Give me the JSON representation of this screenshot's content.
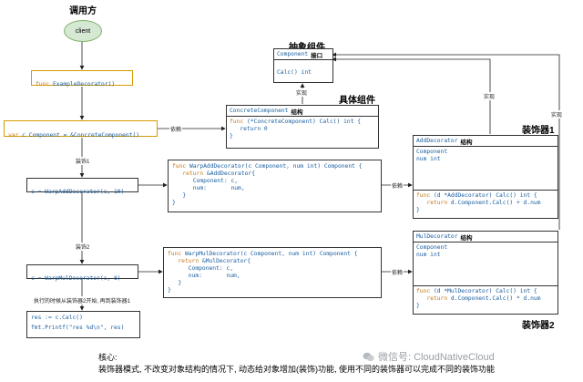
{
  "labels": {
    "caller": "调用方",
    "abstract_component": "抽象组件",
    "concrete_component": "具体组件",
    "decorator1": "装饰器1",
    "decorator2": "装饰器2"
  },
  "client": "client",
  "edge_labels": {
    "implements_a": "实现",
    "implements_b": "实现",
    "implements_c": "实现",
    "depends_a": "依赖",
    "depends_b": "依赖",
    "depends_c": "依赖",
    "decorate1": "装饰1",
    "decorate2": "装饰2",
    "exec_note": "执行的时候从装饰器2开始, 再到装饰器1"
  },
  "caller_boxes": {
    "func_decl": {
      "kw": "func",
      "rest": " ExampleDecorator()"
    },
    "var_line": {
      "kw": "var",
      "rest": " c Component = &ConcreteComponent()"
    },
    "warp_add_call": "c = WarpAddDecorator(c, 10)",
    "warp_mul_call": "c = WarpMulDecorator(c, 8)",
    "res_line1": "res := c.Calc()",
    "res_line2": "fmt.Printf(\"res %d\\n\", res)"
  },
  "abstract": {
    "type_name": "Component",
    "badge": "接口",
    "method": "Calc() int"
  },
  "concrete": {
    "type_name": "ConcreteComponent",
    "badge": "结构",
    "lines": [
      {
        "kw": "func",
        "rest": " (*ConcreteComponent) Calc() int {"
      },
      {
        "kw": "",
        "rest": "   return 0"
      },
      {
        "kw": "",
        "rest": "}"
      }
    ]
  },
  "warp_add_func": {
    "lines": [
      {
        "kw": "func",
        "rest": " WarpAddDecorator(c Component, num int) Component {"
      },
      {
        "kw": "   return",
        "rest": " &AddDecorator{"
      },
      {
        "kw": "",
        "rest": "      Component: c,"
      },
      {
        "kw": "",
        "rest": "      num:       num,"
      },
      {
        "kw": "",
        "rest": "   }"
      },
      {
        "kw": "",
        "rest": "}"
      }
    ]
  },
  "warp_mul_func": {
    "lines": [
      {
        "kw": "func",
        "rest": " WarpMulDecorator(c Component, num int) Component {"
      },
      {
        "kw": "   return",
        "rest": " &MulDecorator{"
      },
      {
        "kw": "",
        "rest": "      Component: c,"
      },
      {
        "kw": "",
        "rest": "      num:       num,"
      },
      {
        "kw": "",
        "rest": "   }"
      },
      {
        "kw": "",
        "rest": "}"
      }
    ]
  },
  "add_decorator": {
    "type_name": "AddDecorator",
    "badge": "结构",
    "fields": [
      "Component",
      "num int"
    ],
    "method_lines": [
      {
        "kw": "func",
        "rest": " (d *AddDecorator) Calc() int {"
      },
      {
        "kw": "   return",
        "rest": " d.Component.Calc() + d.num"
      },
      {
        "kw": "",
        "rest": "}"
      }
    ]
  },
  "mul_decorator": {
    "type_name": "MulDecorator",
    "badge": "结构",
    "fields": [
      "Component",
      "num int"
    ],
    "method_lines": [
      {
        "kw": "func",
        "rest": " (d *MulDecorator) Calc() int {"
      },
      {
        "kw": "   return",
        "rest": " d.Component.Calc() * d.num"
      },
      {
        "kw": "",
        "rest": "}"
      }
    ]
  },
  "footer": {
    "heading": "核心:",
    "text": "装饰器模式, 不改变对象结构的情况下, 动态给对象增加(装饰)功能, 使用不同的装饰器可以完成不同的装饰功能"
  },
  "watermark": "微信号: CloudNativeCloud",
  "colors": {
    "code": "#1a5ea0",
    "keyword": "#c07a1e",
    "client_fill": "#d5e8d4",
    "border_orange": "#d79b00"
  }
}
